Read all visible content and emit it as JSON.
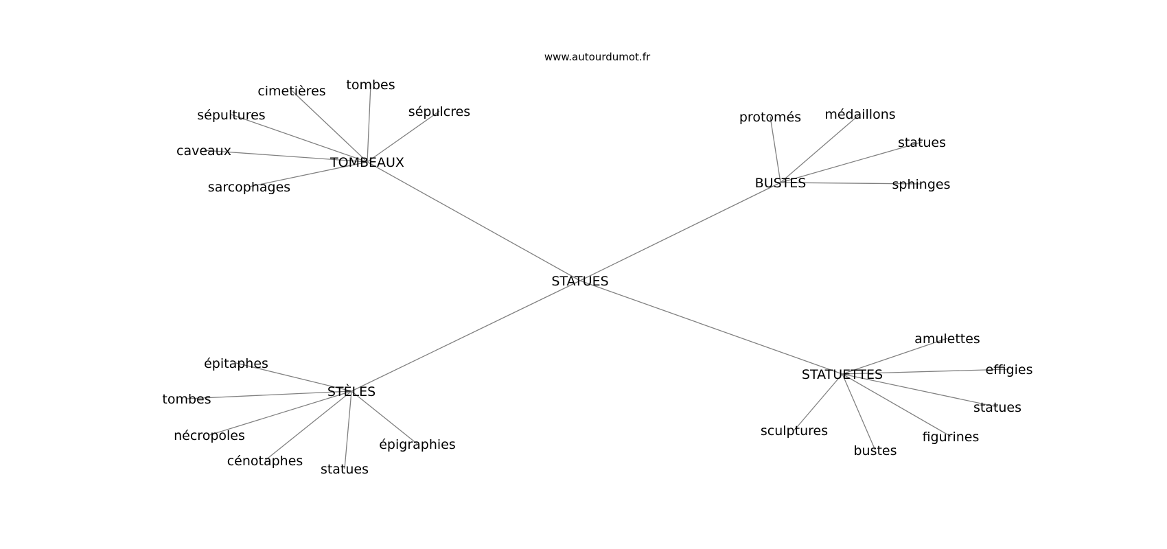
{
  "source_text": "www.autourdumot.fr",
  "center": {
    "id": "statues",
    "label": "STATUES"
  },
  "clusters": [
    {
      "id": "tombeaux",
      "label": "TOMBEAUX",
      "leaves": [
        "cimetières",
        "tombes",
        "sépulcres",
        "sépultures",
        "caveaux",
        "sarcophages"
      ]
    },
    {
      "id": "bustes",
      "label": "BUSTES",
      "leaves": [
        "protomés",
        "médaillons",
        "statues",
        "sphinges"
      ]
    },
    {
      "id": "steles",
      "label": "STÈLES",
      "leaves": [
        "épitaphes",
        "tombes",
        "nécropoles",
        "cénotaphes",
        "statues",
        "épigraphies"
      ]
    },
    {
      "id": "statuettes",
      "label": "STATUETTES",
      "leaves": [
        "amulettes",
        "effigies",
        "statues",
        "figurines",
        "bustes",
        "sculptures"
      ]
    }
  ]
}
